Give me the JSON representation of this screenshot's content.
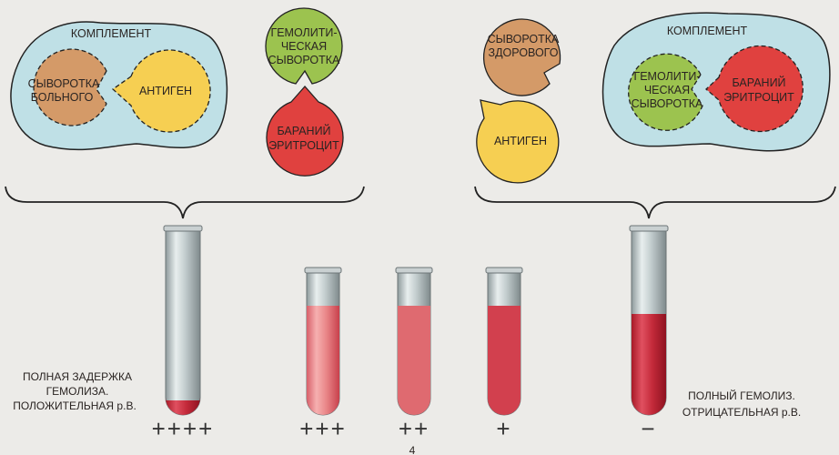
{
  "positive_scheme": {
    "complement": "КОМПЛЕМЕНТ",
    "patient_serum": [
      "СЫВОРОТКА",
      "БОЛЬНОГО"
    ],
    "antigen": "АНТИГЕН",
    "hemolytic_serum": [
      "ГЕМОЛИТИ-",
      "ЧЕСКАЯ",
      "СЫВОРОТКА"
    ],
    "sheep_erythrocyte": [
      "БАРАНИЙ",
      "ЭРИТРОЦИТ"
    ]
  },
  "negative_scheme": {
    "healthy_serum": [
      "СЫВОРОТКА",
      "ЗДОРОВОГО"
    ],
    "antigen": "АНТИГЕН",
    "complement": "КОМПЛЕМЕНТ",
    "hemolytic_serum": [
      "ГЕМОЛИТИ-",
      "ЧЕСКАЯ",
      "СЫВОРОТКА"
    ],
    "sheep_erythrocyte": [
      "БАРАНИЙ",
      "ЭРИТРОЦИТ"
    ]
  },
  "captions": {
    "positive": [
      "ПОЛНАЯ ЗАДЕРЖКА",
      "ГЕМОЛИЗА.",
      "ПОЛОЖИТЕЛЬНАЯ р.В."
    ],
    "negative": [
      "ПОЛНЫЙ ГЕМОЛИЗ.",
      "ОТРИЦАТЕЛЬНАЯ р.В."
    ]
  },
  "tubes": [
    {
      "grade": "++++",
      "hemolysis_fraction": 0.0
    },
    {
      "grade": "+++",
      "hemolysis_fraction": 0.25
    },
    {
      "grade": "++",
      "hemolysis_fraction": 0.5
    },
    {
      "grade": "+",
      "hemolysis_fraction": 0.75
    },
    {
      "grade": "−",
      "hemolysis_fraction": 1.0
    }
  ],
  "page_number": "4",
  "colors": {
    "complement": "#bfe0e6",
    "patient_serum": "#d49a68",
    "antigen": "#f6cf52",
    "hemolytic_serum": "#9cc34f",
    "erythrocyte": "#e0413f",
    "blood": "#c8283a"
  }
}
